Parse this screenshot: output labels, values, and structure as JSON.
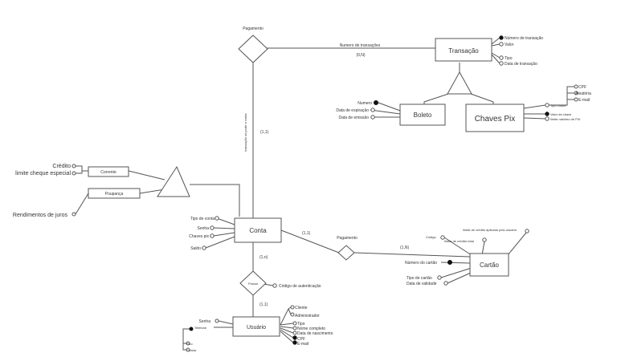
{
  "entities": {
    "transacao": "Transação",
    "boleto": "Boleto",
    "chaves_pix": "Chaves Pix",
    "conta": "Conta",
    "cartao": "Cartão",
    "usuario": "Usuário",
    "corrente": "Corrente",
    "poupanca": "Poupança"
  },
  "relationships": {
    "pagamento_top": "Pagamento",
    "pagamento_mid": "Pagamento",
    "possui": "Possui"
  },
  "edge_labels": {
    "numero_transacoes": "Numero de transações",
    "vertical_conta": "transação só pode a conta",
    "card_0_n": "(0,N)",
    "card_conta_top": "(1,1)",
    "card_conta_pag": "(1,1)",
    "card_cartao": "(1,N)",
    "card_conta_possui": "(1,n)",
    "card_usuario": "(1,1)"
  },
  "attributes": {
    "transacao": {
      "numero": "Número de transação",
      "valor": "Valor",
      "tipo": "Tipo",
      "data": "Data de transação"
    },
    "boleto": {
      "numero": "Numero",
      "expiracao": "Data de expiração",
      "emissao": "Data de emissão"
    },
    "pix": {
      "cpf": "CPF",
      "aleatoria": "Aleatória",
      "email": "E-mail",
      "tipo_chave": "Tipo chave",
      "valor_chave": "Valor da chave",
      "limite": "limite máximo de PIX"
    },
    "conta": {
      "tipo": "Tipo de conta",
      "senha": "Senha",
      "chaves_pix": "Chaves pix",
      "saldo": "Saldo"
    },
    "corrente": {
      "credito": "Crédito",
      "limite": "limite cheque especial"
    },
    "poupanca": {
      "rendimentos": "Rendimentos de juros"
    },
    "cartao": {
      "limite_usuario": "limite de crédito aplicado pelo usuário",
      "codigo": "Código",
      "limite_total": "limite de crédito total",
      "numero": "Número do cartão",
      "tipo": "Tipo de cartão",
      "validade": "Data de validade"
    },
    "possui": {
      "codigo_aut": "Código de autenticação"
    },
    "usuario": {
      "cliente": "Cliente",
      "administrador": "Administrador",
      "tipo": "Tipo",
      "nome": "Nome completo",
      "nascimento": "Data de nascimento",
      "cpf": "CPF",
      "email": "E-mail",
      "senha": "Senha",
      "telefone": "Telefone",
      "fixo": "Fixo",
      "celular": "Celular"
    }
  }
}
